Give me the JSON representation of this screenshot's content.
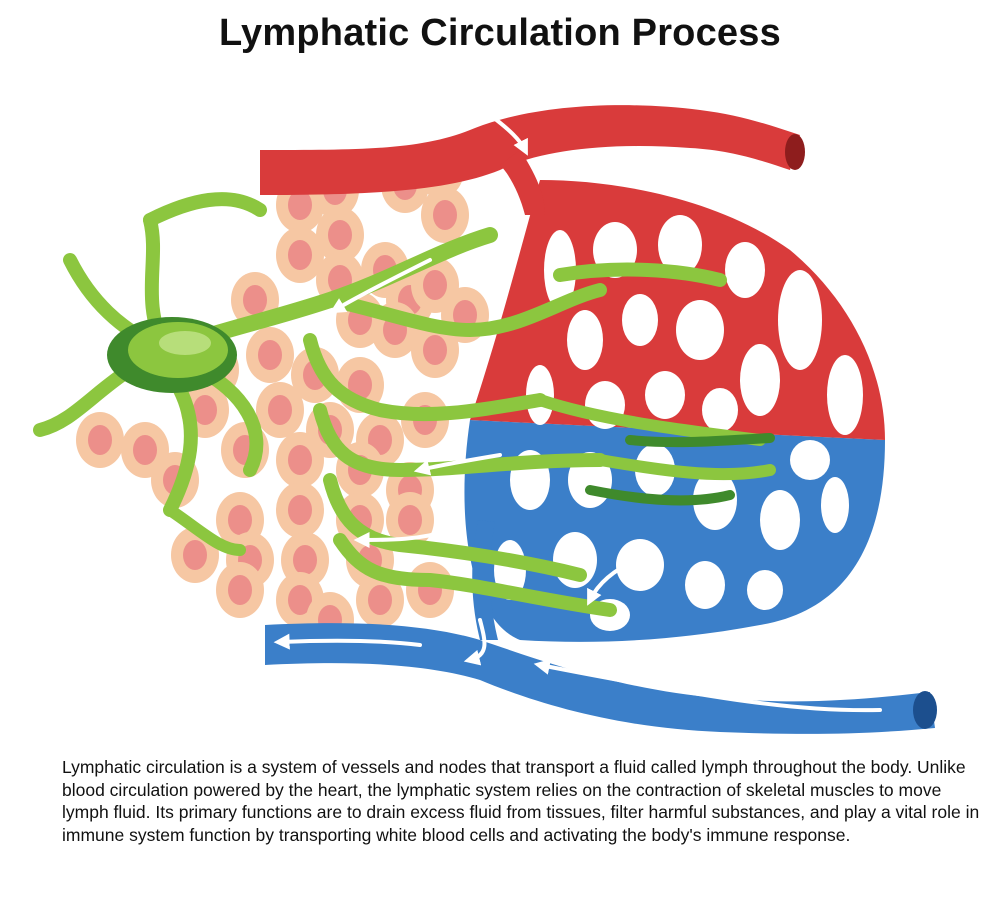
{
  "title": "Lymphatic Circulation Process",
  "description": "Lymphatic circulation is a system of vessels and nodes that transport a fluid called lymph throughout the body. Unlike blood circulation powered by the heart, the lymphatic system relies on the contraction of skeletal muscles to move lymph fluid. Its primary functions are to drain excess fluid from tissues, filter harmful substances, and play a vital role in immune system function by transporting white blood cells and activating the body's immune response.",
  "watermark_id": "#638283153",
  "colors": {
    "artery": "#d93b3b",
    "artery_dark": "#8e1d1d",
    "vein": "#3b7fc9",
    "vein_dark": "#1c4f8e",
    "lymph": "#8cc63f",
    "lymph_dark": "#3f8a2c",
    "cell": "#f6c7a3",
    "cell_nucleus": "#ec8f8a",
    "flow_arrow": "#ffffff"
  },
  "icons": [
    "artery-vessel",
    "vein-vessel",
    "capillary-bed",
    "lymph-node",
    "lymph-vessel",
    "tissue-cell",
    "flow-arrow"
  ]
}
